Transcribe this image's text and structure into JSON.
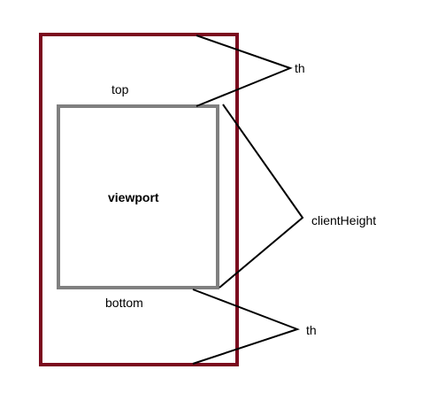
{
  "labels": {
    "top": "top",
    "viewport": "viewport",
    "bottom": "bottom",
    "th_top": "th",
    "client_height": "clientHeight",
    "th_bottom": "th"
  },
  "colors": {
    "outer_rect": "#7b0a1e",
    "viewport_rect": "#808080",
    "pointer_lines": "#000000",
    "text": "#000000"
  }
}
